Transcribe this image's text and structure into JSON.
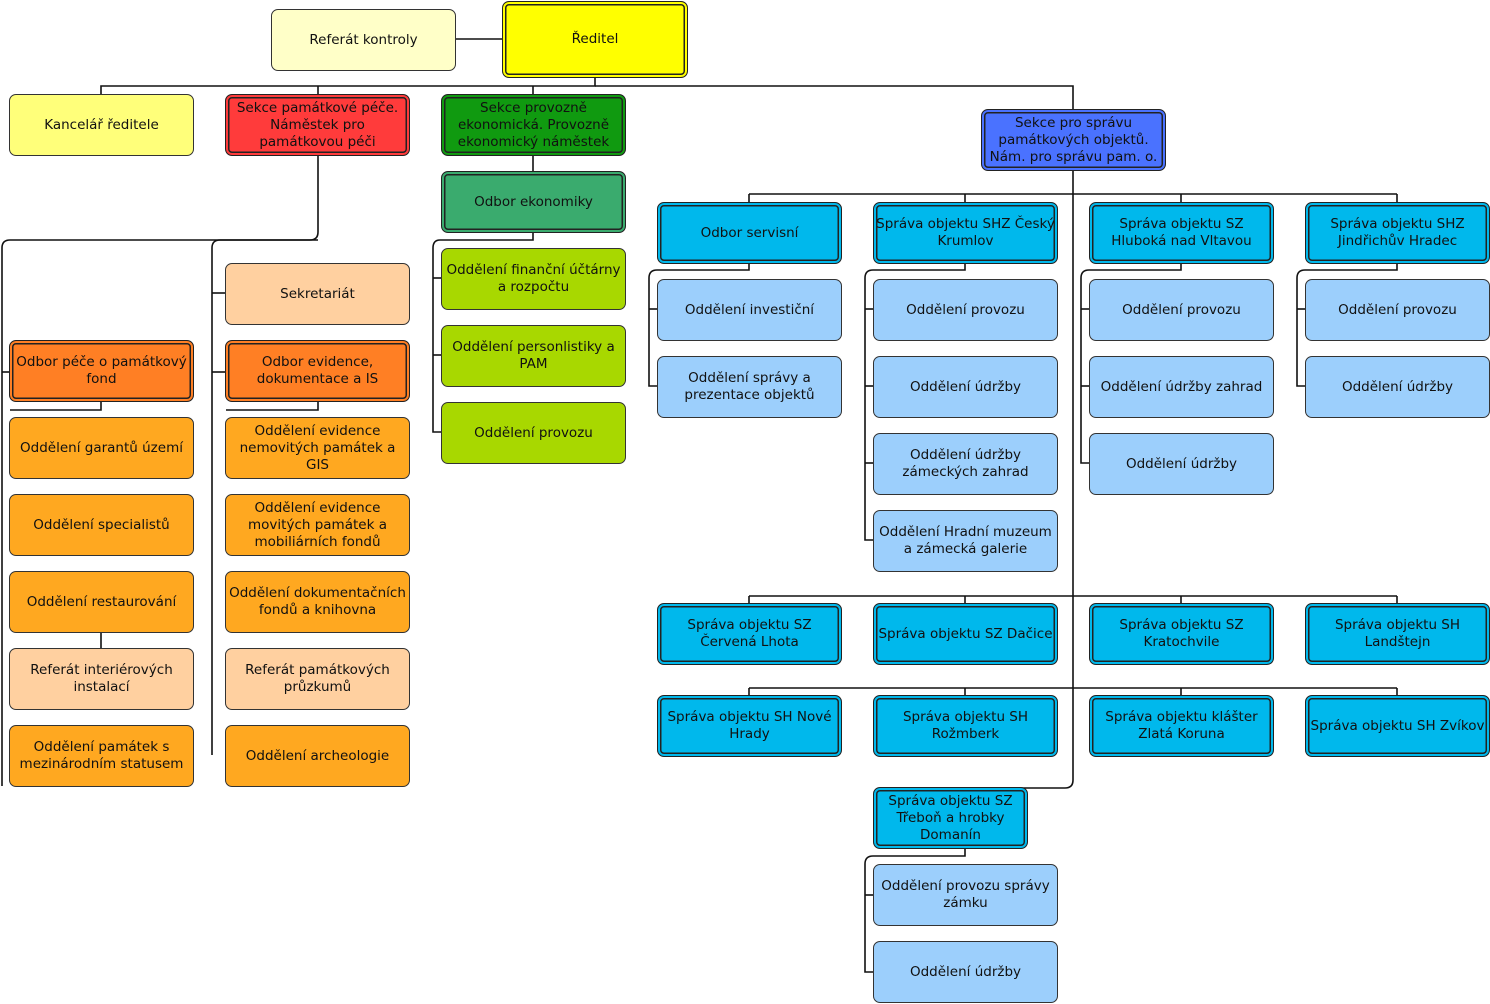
{
  "nodes": {
    "referat_kontroly": "Referát kontroly",
    "reditel": "Ředitel",
    "kancelar_reditele": "Kancelář ředitele",
    "sekce_pamatkove_pece": "Sekce památkové péče. Náměstek pro památkovou péči",
    "sekce_provozne_ekonomicka": "Sekce provozně ekonomická. Provozně ekonomický náměstek",
    "sekce_spravy_objektu": "Sekce pro správu památkových objektů. Nám. pro správu pam. o.",
    "odbor_ekonomiky": "Odbor ekonomiky",
    "odd_financni_uctarny": "Oddělení finanční účtárny a rozpočtu",
    "odd_personalistiky": "Oddělení personlistiky a PAM",
    "odd_provozu_ekon": "Oddělení provozu",
    "sekretariat": "Sekretariát",
    "odbor_pece_fond": "Odbor péče o památkový fond",
    "odbor_evidence": "Odbor evidence, dokumentace a IS",
    "odd_garantu_uzemi": "Oddělení garantů území",
    "odd_specialistu": "Oddělení specialistů",
    "odd_restaurovani": "Oddělení restaurování",
    "referat_interierovych": "Referát interiérových instalací",
    "odd_pamatek_mezinarodnim": "Oddělení památek s mezinárodním statusem",
    "odd_evidence_nemovitych": "Oddělení evidence nemovitých památek a GIS",
    "odd_evidence_movitych": "Oddělení evidence movitých památek a mobiliárních fondů",
    "odd_dokumentacnich_fondu": "Oddělení dokumentačních fondů a knihovna",
    "referat_pamatkovych_pruzkumu": "Referát památkových průzkumů",
    "odd_archeologie": "Oddělení archeologie",
    "odbor_servisni": "Odbor servisní",
    "odd_investicni": "Oddělení investiční",
    "odd_spravy_prezentace": "Oddělení správy a prezentace objektů",
    "sprava_shz_cesky_krumlov": "Správa objektu SHZ Český Krumlov",
    "ck_odd_provozu": "Oddělení provozu",
    "ck_odd_udrzby": "Oddělení údržby",
    "ck_odd_udrzby_zahrad": "Oddělení údržby zámeckých zahrad",
    "ck_odd_hradni_muzeum": "Oddělení Hradní muzeum a zámecká galerie",
    "sprava_sz_hluboka": "Správa objektu SZ Hluboká nad Vltavou",
    "hl_odd_provozu": "Oddělení provozu",
    "hl_odd_udrzby_zahrad": "Oddělení údržby zahrad",
    "hl_odd_udrzby": "Oddělení údržby",
    "sprava_shz_jindrichuv_hradec": "Správa objektu SHZ Jindřichův Hradec",
    "jh_odd_provozu": "Oddělení provozu",
    "jh_odd_udrzby": "Oddělení údržby",
    "sprava_sz_cervena_lhota": "Správa objektu SZ Červená Lhota",
    "sprava_sz_dacice": "Správa objektu SZ Dačice",
    "sprava_sz_kratochvile": "Správa objektu SZ Kratochvile",
    "sprava_sh_landstejn": "Správa objektu SH Landštejn",
    "sprava_sh_nove_hrady": "Správa objektu SH Nové Hrady",
    "sprava_sh_rozmberk": "Správa objektu SH Rožmberk",
    "sprava_klaster_zlata_koruna": "Správa objektu klášter Zlatá Koruna",
    "sprava_sh_zvikov": "Správa objektu SH Zvíkov",
    "sprava_sz_trebon": "Správa objektu SZ Třeboň a hrobky Domanín",
    "tr_odd_provozu_zamku": "Oddělení provozu správy zámku",
    "tr_odd_udrzby": "Oddělení údržby"
  }
}
